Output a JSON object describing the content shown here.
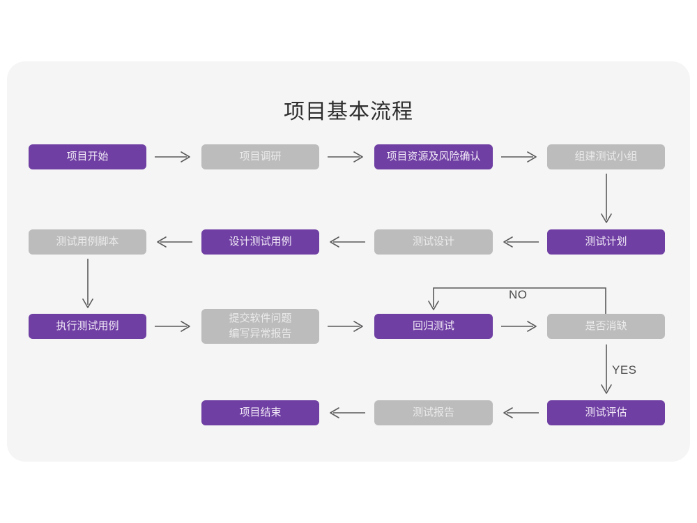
{
  "title": "项目基本流程",
  "colors": {
    "page_background": "#ffffff",
    "card_background": "#f5f5f5",
    "node_purple": "#6f3fa3",
    "node_purple_text": "#f2eaf7",
    "node_gray": "#bcbcbc",
    "node_gray_text": "#ebebeb",
    "connector": "#5a5a5a",
    "title_text": "#2f2f2f"
  },
  "chart_data": {
    "type": "diagram",
    "subtype": "flowchart",
    "title": "项目基本流程",
    "nodes": [
      {
        "id": "n1",
        "label": "项目开始",
        "style": "purple",
        "row": 1,
        "col": 1
      },
      {
        "id": "n2",
        "label": "项目调研",
        "style": "gray",
        "row": 1,
        "col": 2
      },
      {
        "id": "n3",
        "label": "项目资源及风险确认",
        "style": "purple",
        "row": 1,
        "col": 3
      },
      {
        "id": "n4",
        "label": "组建测试小组",
        "style": "gray",
        "row": 1,
        "col": 4
      },
      {
        "id": "n5",
        "label": "测试计划",
        "style": "purple",
        "row": 2,
        "col": 4
      },
      {
        "id": "n6",
        "label": "测试设计",
        "style": "gray",
        "row": 2,
        "col": 3
      },
      {
        "id": "n7",
        "label": "设计测试用例",
        "style": "purple",
        "row": 2,
        "col": 2
      },
      {
        "id": "n8",
        "label": "测试用例脚本",
        "style": "gray",
        "row": 2,
        "col": 1
      },
      {
        "id": "n9",
        "label": "执行测试用例",
        "style": "purple",
        "row": 3,
        "col": 1
      },
      {
        "id": "n10",
        "label": "提交软件问题\n编写异常报告",
        "style": "gray",
        "row": 3,
        "col": 2
      },
      {
        "id": "n11",
        "label": "回归测试",
        "style": "purple",
        "row": 3,
        "col": 3
      },
      {
        "id": "n12",
        "label": "是否消缺",
        "style": "gray",
        "row": 3,
        "col": 4
      },
      {
        "id": "n13",
        "label": "测试评估",
        "style": "purple",
        "row": 4,
        "col": 4
      },
      {
        "id": "n14",
        "label": "测试报告",
        "style": "gray",
        "row": 4,
        "col": 3
      },
      {
        "id": "n15",
        "label": "项目结束",
        "style": "purple",
        "row": 4,
        "col": 2
      }
    ],
    "edges": [
      {
        "from": "n1",
        "to": "n2",
        "label": "",
        "direction": "right"
      },
      {
        "from": "n2",
        "to": "n3",
        "label": "",
        "direction": "right"
      },
      {
        "from": "n3",
        "to": "n4",
        "label": "",
        "direction": "right"
      },
      {
        "from": "n4",
        "to": "n5",
        "label": "",
        "direction": "down"
      },
      {
        "from": "n5",
        "to": "n6",
        "label": "",
        "direction": "left"
      },
      {
        "from": "n6",
        "to": "n7",
        "label": "",
        "direction": "left"
      },
      {
        "from": "n7",
        "to": "n8",
        "label": "",
        "direction": "left"
      },
      {
        "from": "n8",
        "to": "n9",
        "label": "",
        "direction": "down"
      },
      {
        "from": "n9",
        "to": "n10",
        "label": "",
        "direction": "right"
      },
      {
        "from": "n10",
        "to": "n11",
        "label": "",
        "direction": "right"
      },
      {
        "from": "n11",
        "to": "n12",
        "label": "",
        "direction": "right"
      },
      {
        "from": "n12",
        "to": "n11",
        "label": "NO",
        "direction": "up-left-loop"
      },
      {
        "from": "n12",
        "to": "n13",
        "label": "YES",
        "direction": "down"
      },
      {
        "from": "n13",
        "to": "n14",
        "label": "",
        "direction": "left"
      },
      {
        "from": "n14",
        "to": "n15",
        "label": "",
        "direction": "left"
      }
    ],
    "edge_labels": [
      {
        "id": "no-label",
        "text": "NO"
      },
      {
        "id": "yes-label",
        "text": "YES"
      }
    ]
  }
}
